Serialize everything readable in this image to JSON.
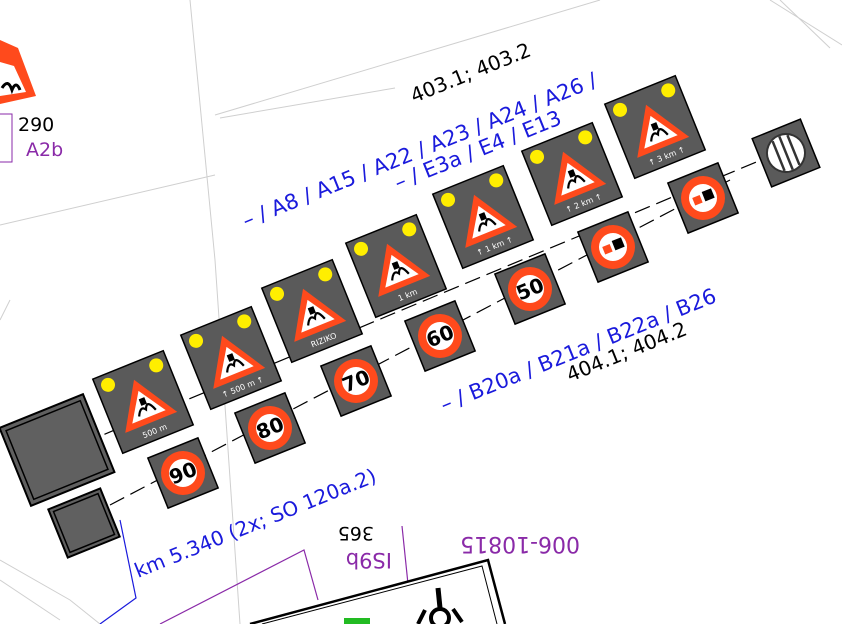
{
  "colors": {
    "blue_text": "#1a1adc",
    "purple_text": "#8a2aa8",
    "sign_panel": "#5a5a5a",
    "sign_red": "#ff4a1c",
    "lamp_yellow": "#ffee00"
  },
  "labels": {
    "top_left_number": "290",
    "top_left_code": "A2b",
    "upper_refs": "403.1; 403.2",
    "upper_codes_line1": "– / A8 / A15 / A22 / A23 / A24 / A26 /",
    "upper_codes_line2": "– / E3a / E4 / E13",
    "lower_codes": "– / B20a / B21a / B22a / B26",
    "lower_refs": "404.1; 404.2",
    "km_note": "km 5.340 (2x; SO 120a.2)",
    "mirrored_number": "365",
    "mirrored_code": "IS9b",
    "mirrored_id": "006-10815"
  },
  "warning_signs": [
    {
      "text": "500 m",
      "icon": "slippery-road-icon"
    },
    {
      "text": "↑ 500 m ↑",
      "icon": "road-works-icon"
    },
    {
      "text": "RIZIKO",
      "icon": "danger-exclamation-icon"
    },
    {
      "text": "1 km",
      "icon": "falling-rocks-icon"
    },
    {
      "text": "↑ 1 km ↑",
      "icon": "flying-gravel-icon"
    },
    {
      "text": "↑ 2 km ↑",
      "icon": "traffic-queue-icon"
    },
    {
      "text": "↑ 3 km ↑",
      "icon": "side-wind-icon"
    }
  ],
  "speed_signs": [
    "90",
    "80",
    "70",
    "60",
    "50"
  ],
  "prohibition_signs": [
    {
      "icon": "no-overtaking-trucks-icon"
    },
    {
      "icon": "no-overtaking-icon"
    }
  ],
  "end_sign": {
    "icon": "end-of-restrictions-icon"
  }
}
